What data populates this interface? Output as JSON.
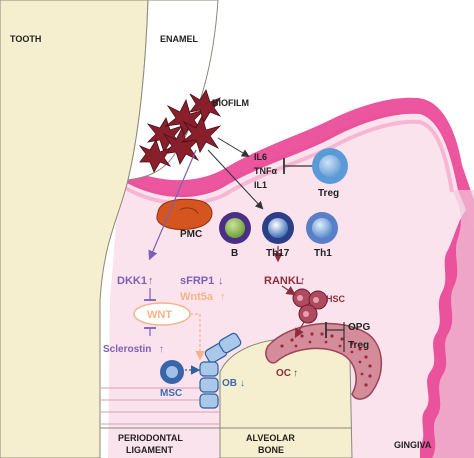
{
  "labels": {
    "tooth": "TOOTH",
    "enamel": "ENAMEL",
    "biofilm": "BIOFILM",
    "il6": "IL6",
    "tnfa": "TNFα",
    "il1": "IL1",
    "treg_top": "Treg",
    "pmc": "PMC",
    "b": "B",
    "th17": "Th17",
    "th1": "Th1",
    "dkk1": "DKK1",
    "sfrp1": "sFRP1",
    "wnt5a": "Wnt5a",
    "rankl": "RANKL",
    "wnt": "WNT",
    "hsc": "HSC",
    "opg": "OPG",
    "treg_right": "Treg",
    "sclerostin": "Sclerostin",
    "msc": "MSC",
    "ob": "OB",
    "oc": "OC",
    "periodontal": "PERIODONTAL",
    "ligament": "LIGAMENT",
    "alveolar": "ALVEOLAR",
    "bone": "BONE",
    "gingiva": "GINGIVA"
  },
  "arrows": {
    "up": "↑",
    "down": "↓"
  },
  "colors": {
    "tooth": "#f5efcf",
    "gingiva": "#fbe3ee",
    "gum_edge": "#e8388d",
    "purple": "#7d5fb3",
    "dark_red": "#8c2f3b",
    "orange": "#f5b48a",
    "blue_text": "#3b6dad",
    "pmc": "#d4551f"
  }
}
